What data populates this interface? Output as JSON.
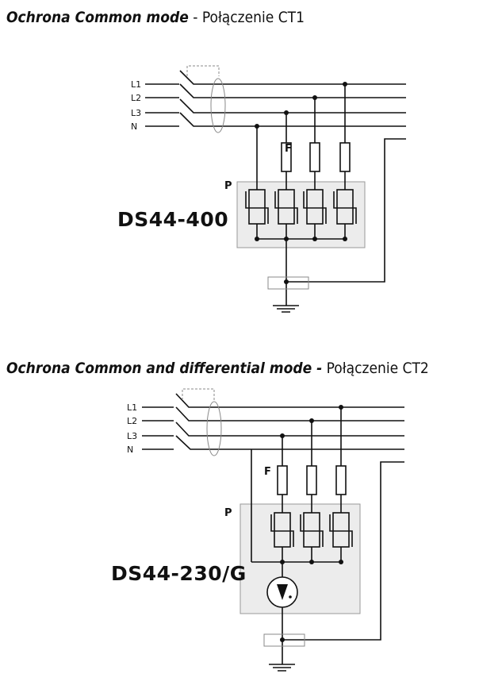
{
  "diagram1": {
    "title_italic": "Ochrona Common mode",
    "title_rest": " - Połączenie ",
    "title_code": "CT1",
    "lines": [
      "L1",
      "L2",
      "L3",
      "N"
    ],
    "fuse_label": "F",
    "box_label": "P",
    "device": "DS44-400"
  },
  "diagram2": {
    "title_italic": "Ochrona Common and differential mode -",
    "title_rest": " Połączenie ",
    "title_code": "CT2",
    "lines": [
      "L1",
      "L2",
      "L3",
      "N"
    ],
    "fuse_label": "F",
    "box_label": "P",
    "device": "DS44-230/G"
  }
}
